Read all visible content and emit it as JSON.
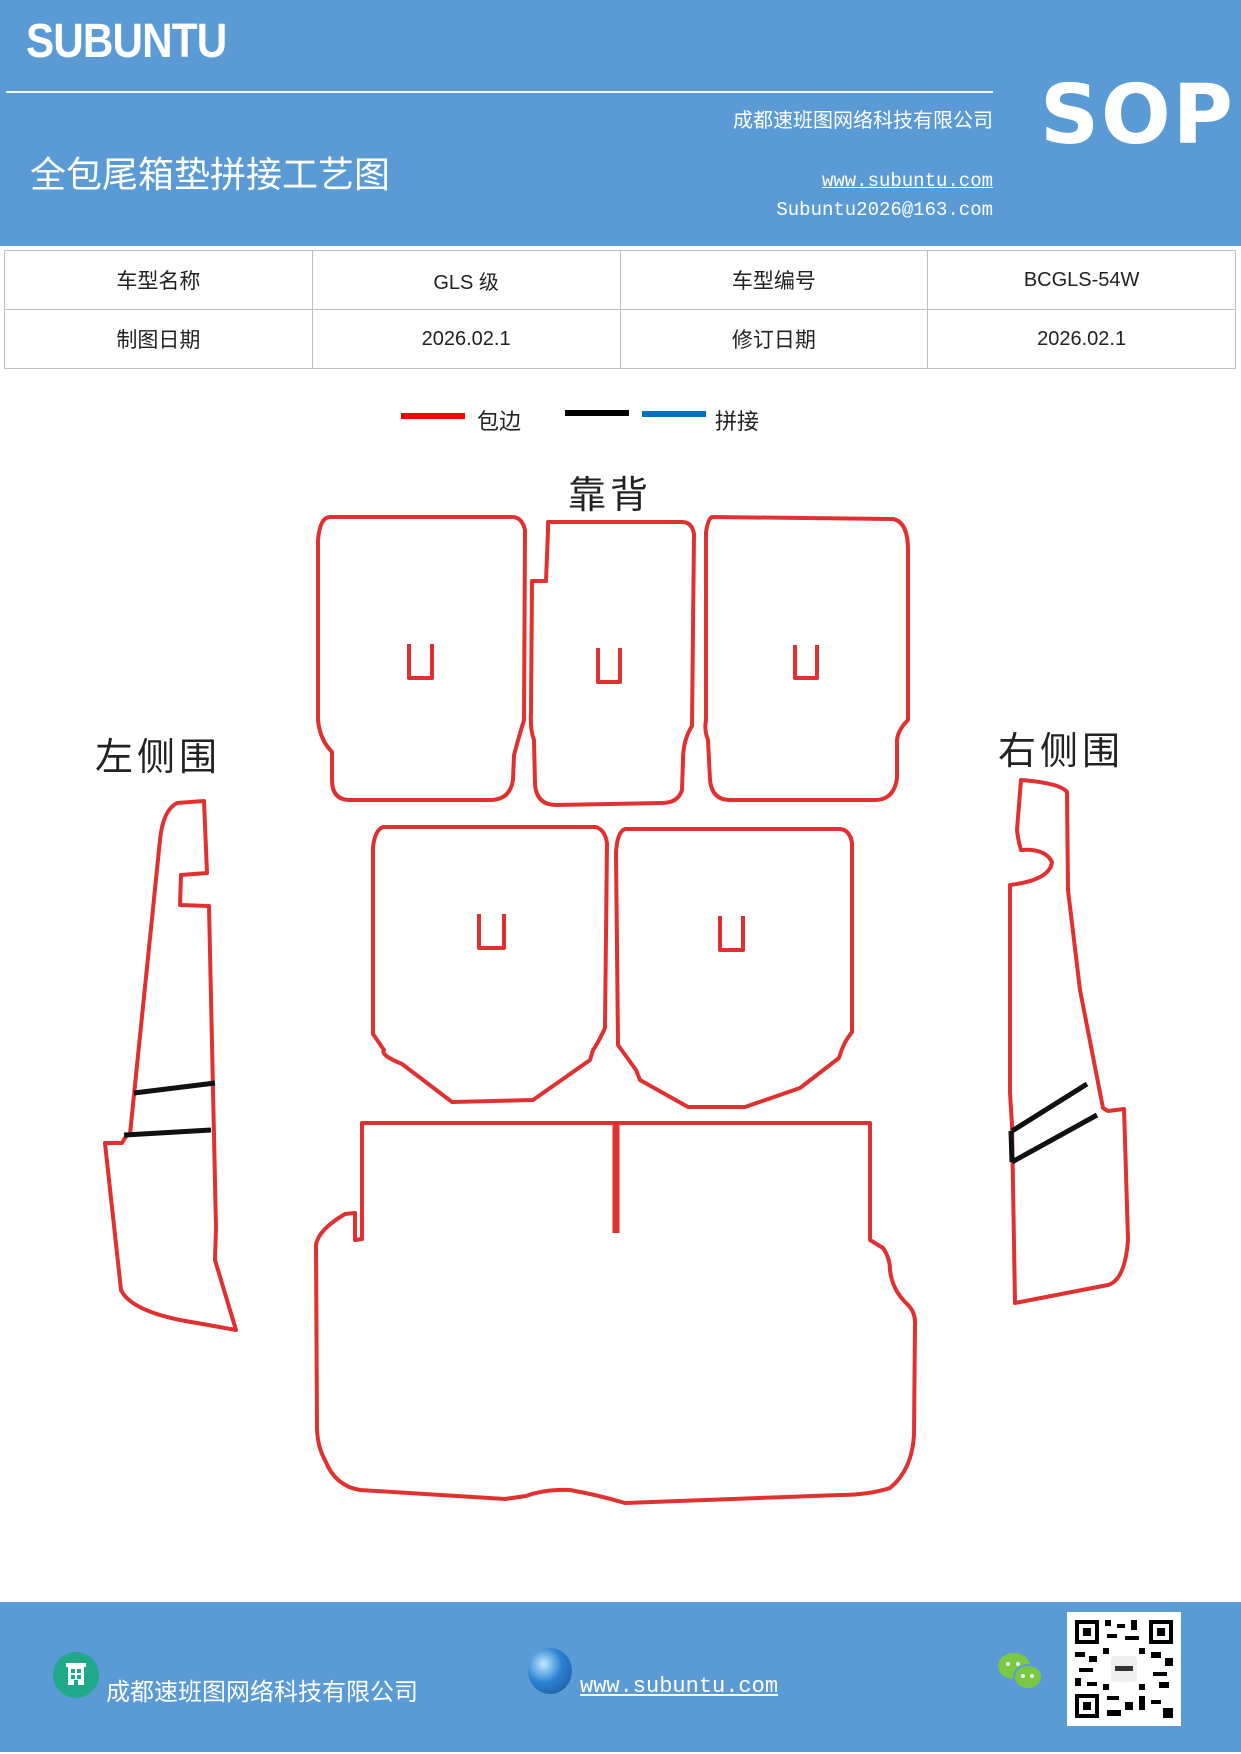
{
  "header": {
    "brand": "SUBUNTU",
    "doc_title": "全包尾箱垫拼接工艺图",
    "company": "成都速班图网络科技有限公司",
    "website": "www.subuntu.com",
    "email": "Subuntu2026@163.com",
    "sop_label": "SOP",
    "bg_color": "#5b9bd5"
  },
  "info_table": {
    "rows": [
      {
        "label1": "车型名称",
        "value1": "GLS 级",
        "label2": "车型编号",
        "value2": "BCGLS-54W"
      },
      {
        "label1": "制图日期",
        "value1": "2026.02.1",
        "label2": "修订日期",
        "value2": "2026.02.1"
      }
    ]
  },
  "legend": {
    "items": [
      {
        "label": "包边",
        "color": "#ff0000"
      },
      {
        "label": "",
        "color": "#000000"
      },
      {
        "label": "拼接",
        "color": "#0070c0"
      }
    ]
  },
  "diagram": {
    "labels": {
      "backrest": "靠背",
      "left_side": "左侧围",
      "right_side": "右侧围"
    },
    "outline_color": "#e03030",
    "seam_color": "#111111"
  },
  "footer": {
    "company": "成都速班图网络科技有限公司",
    "website": "www.subuntu.com",
    "icons": [
      "building-icon",
      "globe-icon",
      "wechat-icon",
      "qr-code"
    ]
  }
}
